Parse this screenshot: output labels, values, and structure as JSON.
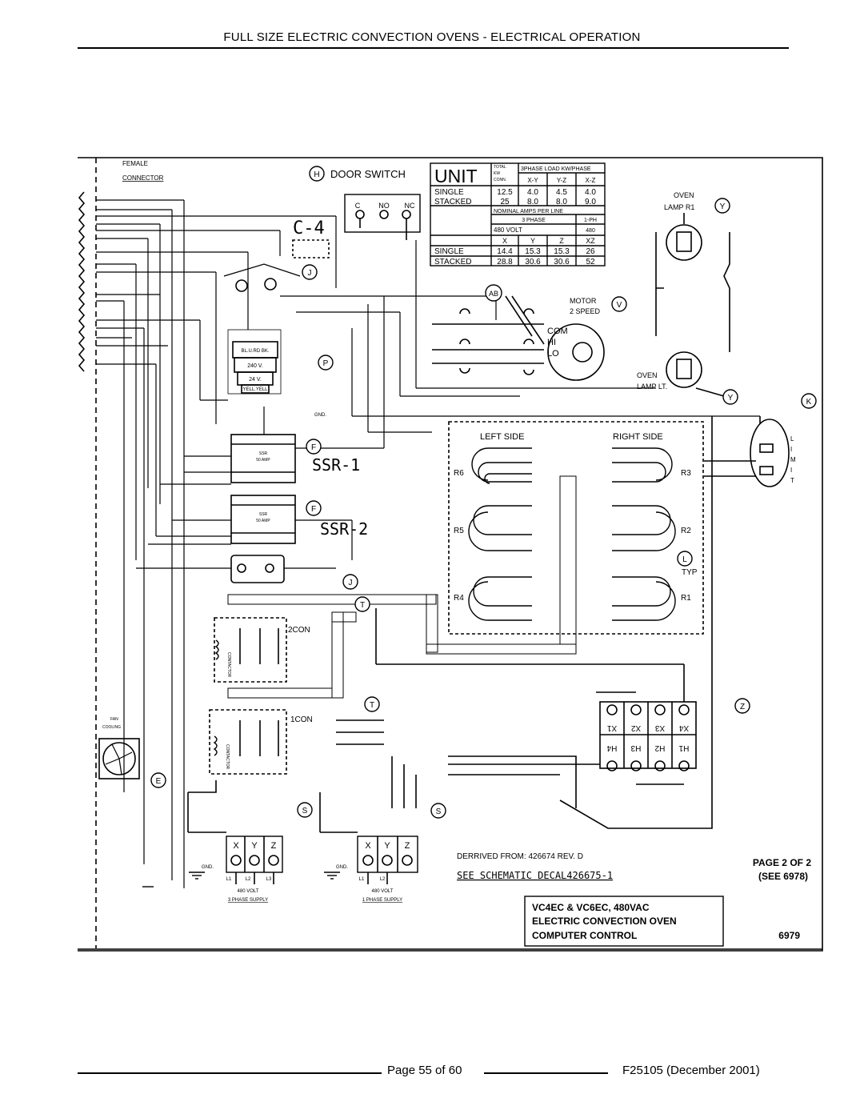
{
  "header": {
    "title": "FULL SIZE ELECTRIC CONVECTION OVENS - ELECTRICAL OPERATION"
  },
  "diagram": {
    "connector_label": [
      "FEMALE",
      "CONNECTOR"
    ],
    "door_switch": "DOOR SWITCH",
    "door_switch_terminals": [
      "C",
      "NO",
      "NC"
    ],
    "c4": "C-4",
    "unit_table": {
      "unit": "UNIT",
      "total_kw_conn": [
        "TOTAL",
        "KW",
        "CONN."
      ],
      "load_header": "3PHASE LOAD KW/PHASE",
      "cols": [
        "X-Y",
        "Y-Z",
        "X-Z"
      ],
      "rows": [
        {
          "label": "SINGLE",
          "values": [
            "12.5",
            "4.0",
            "4.5",
            "4.0"
          ]
        },
        {
          "label": "STACKED",
          "values": [
            "25",
            "8.0",
            "8.0",
            "9.0"
          ]
        }
      ],
      "amps_header": "NOMINAL AMPS PER LINE",
      "phase3": "3 PHASE",
      "phase1": "1-PH",
      "volt": "480 VOLT",
      "volt1": "480",
      "amps_cols": [
        "X",
        "Y",
        "Z",
        "XZ"
      ],
      "amps_rows": [
        {
          "label": "SINGLE",
          "values": [
            "14.4",
            "15.3",
            "15.3",
            "26"
          ]
        },
        {
          "label": "STACKED",
          "values": [
            "28.8",
            "30.6",
            "30.6",
            "52"
          ]
        }
      ]
    },
    "oven_lamp_top": [
      "OVEN",
      "LAMP R1"
    ],
    "oven_lamp_bottom": [
      "OVEN",
      "LAMP LT."
    ],
    "motor": [
      "MOTOR",
      "2 SPEED"
    ],
    "motor_taps": [
      "COM",
      "HI",
      "LO"
    ],
    "transformer": {
      "top": "BL.U.RD BK.",
      "mid": "240 V.",
      "low": "24 V.",
      "bot": "YELL.YELL"
    },
    "ssr1": "SSR-1",
    "ssr2": "SSR-2",
    "ssr_body": [
      "SSR",
      "50 AMP"
    ],
    "heater_box": {
      "left": "LEFT SIDE",
      "right": "RIGHT SIDE",
      "elements": [
        "R6",
        "R5",
        "R4",
        "R3",
        "R2",
        "R1"
      ],
      "typ": "TYP"
    },
    "limit": [
      "L",
      "I",
      "M",
      "I",
      "T"
    ],
    "contactors": [
      "2CON",
      "1CON"
    ],
    "contactor_body": "CONTACTOR",
    "fan_cooling": [
      "FAN",
      "COOLING"
    ],
    "gnd": "GND.",
    "supply_3ph": [
      "480 VOLT",
      "3 PHASE SUPPLY"
    ],
    "supply_1ph": [
      "480 VOLT",
      "1 PHASE SUPPLY"
    ],
    "terminals_xyz": [
      "X",
      "Y",
      "Z"
    ],
    "lines_3": [
      "L1",
      "L2",
      "L3"
    ],
    "lines_1": [
      "L1",
      "L2"
    ],
    "terminal_block_top": [
      "X1",
      "X2",
      "X3",
      "X4"
    ],
    "terminal_block_bottom": [
      "H4",
      "H3",
      "H2",
      "H1"
    ],
    "callouts": [
      "H",
      "J",
      "P",
      "F",
      "F",
      "J",
      "T",
      "T",
      "S",
      "S",
      "E",
      "Y",
      "Y",
      "V",
      "AB",
      "K",
      "L",
      "Z"
    ],
    "derived_from": "DERRIVED FROM: 426674 REV. D",
    "see_schematic": "SEE SCHEMATIC DECAL426675-1",
    "page_of": "PAGE 2 OF 2",
    "see_ref": "(SEE 6978)",
    "title_block": [
      "VC4EC & VC6EC,  480VAC",
      "ELECTRIC CONVECTION OVEN",
      "COMPUTER CONTROL"
    ],
    "drawing_no": "6979"
  },
  "footer": {
    "page": "Page 55 of  60",
    "doc": "F25105 (December 2001)"
  }
}
